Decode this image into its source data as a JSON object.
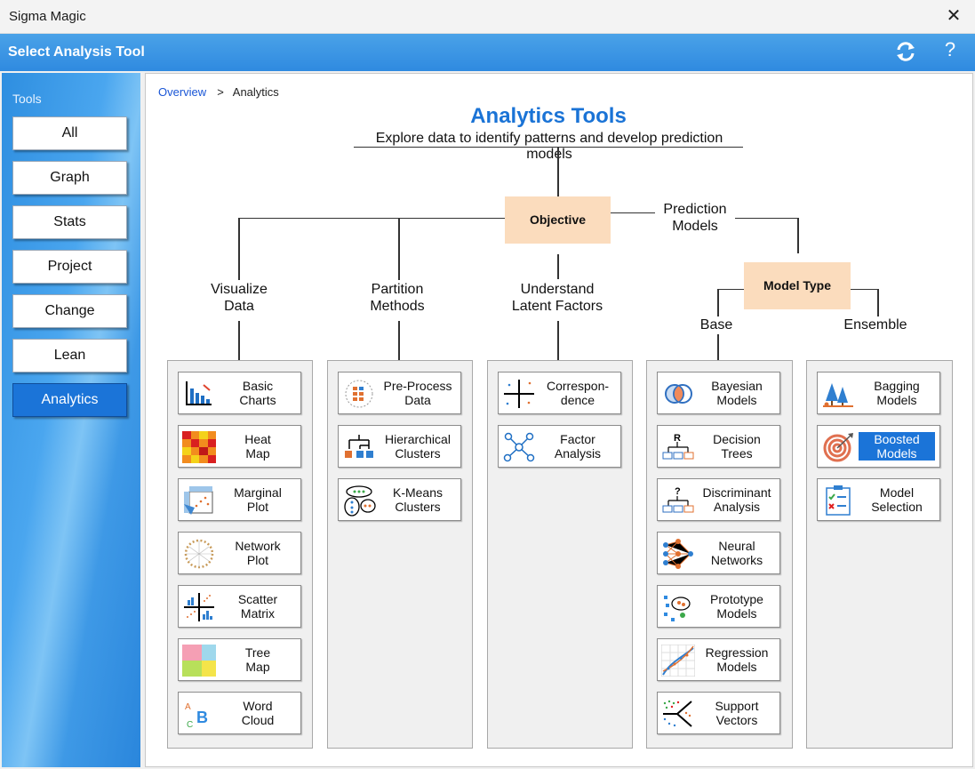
{
  "window": {
    "title": "Sigma Magic",
    "close_glyph": "✕"
  },
  "header": {
    "title": "Select Analysis Tool",
    "help_glyph": "?",
    "refresh_icon": "refresh-icon"
  },
  "sidebar": {
    "label": "Tools",
    "items": [
      {
        "label": "All",
        "active": false
      },
      {
        "label": "Graph",
        "active": false
      },
      {
        "label": "Stats",
        "active": false
      },
      {
        "label": "Project",
        "active": false
      },
      {
        "label": "Change",
        "active": false
      },
      {
        "label": "Lean",
        "active": false
      },
      {
        "label": "Analytics",
        "active": true
      }
    ]
  },
  "breadcrumb": {
    "root": "Overview",
    "separator": ">",
    "current": "Analytics"
  },
  "diagram": {
    "title": "Analytics Tools",
    "subtitle": "Explore data to identify patterns and develop prediction models",
    "objective": "Objective",
    "prediction": "Prediction\nModels",
    "model_type": "Model Type",
    "base": "Base",
    "ensemble": "Ensemble",
    "categories": {
      "visualize": "Visualize\nData",
      "partition": "Partition\nMethods",
      "latent": "Understand\nLatent Factors"
    }
  },
  "panels": {
    "visualize": [
      {
        "label": "Basic\nCharts",
        "icon": "bar-chart-icon"
      },
      {
        "label": "Heat\nMap",
        "icon": "heat-map-icon"
      },
      {
        "label": "Marginal\nPlot",
        "icon": "marginal-plot-icon"
      },
      {
        "label": "Network\nPlot",
        "icon": "network-plot-icon"
      },
      {
        "label": "Scatter\nMatrix",
        "icon": "scatter-matrix-icon"
      },
      {
        "label": "Tree\nMap",
        "icon": "tree-map-icon"
      },
      {
        "label": "Word\nCloud",
        "icon": "word-cloud-icon"
      }
    ],
    "partition": [
      {
        "label": "Pre-Process\nData",
        "icon": "pre-process-icon"
      },
      {
        "label": "Hierarchical\nClusters",
        "icon": "hierarchical-clusters-icon"
      },
      {
        "label": "K-Means\nClusters",
        "icon": "k-means-icon"
      }
    ],
    "latent": [
      {
        "label": "Correspon-\ndence",
        "icon": "correspondence-icon"
      },
      {
        "label": "Factor\nAnalysis",
        "icon": "factor-analysis-icon"
      }
    ],
    "base": [
      {
        "label": "Bayesian\nModels",
        "icon": "bayesian-icon"
      },
      {
        "label": "Decision\nTrees",
        "icon": "decision-tree-icon"
      },
      {
        "label": "Discriminant\nAnalysis",
        "icon": "discriminant-icon"
      },
      {
        "label": "Neural\nNetworks",
        "icon": "neural-network-icon"
      },
      {
        "label": "Prototype\nModels",
        "icon": "prototype-icon"
      },
      {
        "label": "Regression\nModels",
        "icon": "regression-icon"
      },
      {
        "label": "Support\nVectors",
        "icon": "support-vector-icon"
      }
    ],
    "ensemble": [
      {
        "label": "Bagging\nModels",
        "icon": "bagging-icon",
        "selected": false
      },
      {
        "label": "Boosted\nModels",
        "icon": "target-icon",
        "selected": true
      },
      {
        "label": "Model\nSelection",
        "icon": "checklist-icon",
        "selected": false
      }
    ]
  },
  "icon_glyphs": {
    "word_cloud_a": "A",
    "word_cloud_b": "B",
    "word_cloud_c": "C",
    "decision_tree_r": "R",
    "discriminant_q": "?"
  },
  "colors": {
    "accent": "#1b74d8",
    "header": "#2f8ae0",
    "title_blue": "#1a73d6",
    "tan": "#fbdcbd",
    "link": "#1a56d6"
  }
}
